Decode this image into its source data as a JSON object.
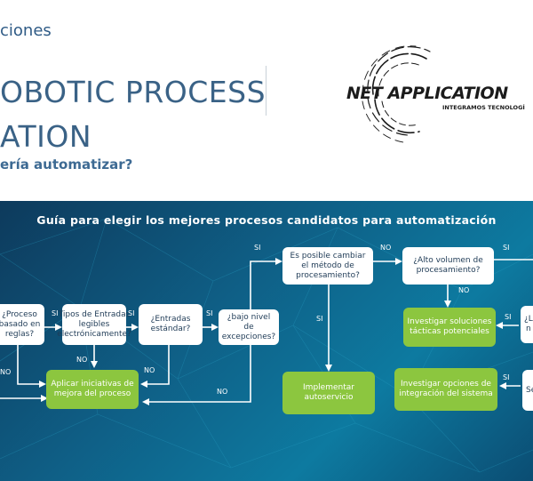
{
  "header": {
    "section": "ciones",
    "title_line1": "OBOTIC PROCESS",
    "title_line2": "ATION",
    "question": "ería automatizar?"
  },
  "logo": {
    "name": "NET APPLICATION",
    "tagline": "INTEGRAMOS TECNOLOGÍ"
  },
  "panel": {
    "title": "Guía para elegir los mejores procesos  candidatos para automatización",
    "boxes": {
      "rules": "¿Proceso basado en reglas?",
      "inputs_legible": "Tipos de Entradas legibles electrónicamente?",
      "inputs_standard": "¿Entradas estándar?",
      "exceptions": "¿bajo nivel de excepciones?",
      "change_method": "Es posible cambiar el método de procesamiento?",
      "high_volume": "¿Alto volumen de procesamiento?",
      "improve": "Aplicar iniciativas de mejora del proceso",
      "self_service": "Implementar autoservicio",
      "tactical": "Investigar soluciones tácticas potenciales",
      "integration": "Investigar opciones de integración del sistema",
      "partial_right_1": "¿L\nn",
      "partial_right_2": "Se"
    },
    "labels": {
      "si": "SI",
      "no": "NO"
    }
  },
  "colors": {
    "panel_bg": "#0f5f86",
    "green": "#8cc63f",
    "title_blue": "#3a6286"
  }
}
